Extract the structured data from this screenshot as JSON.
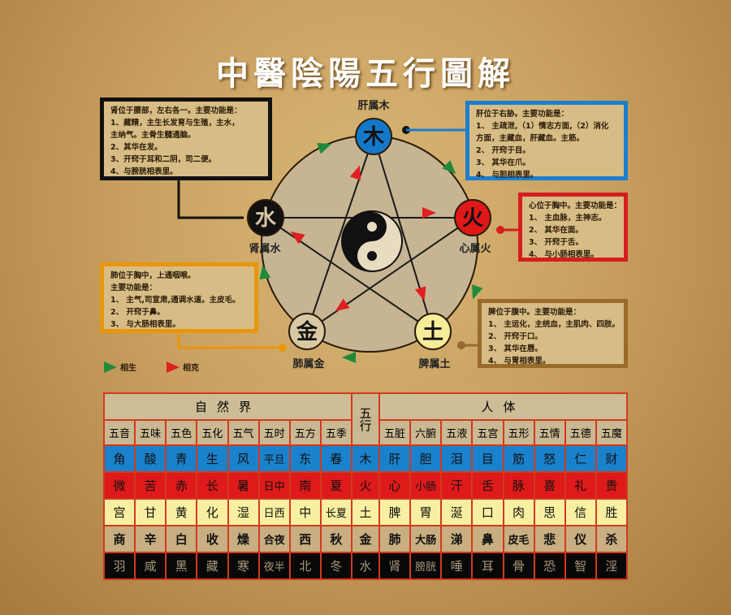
{
  "title": "中醫陰陽五行圖解",
  "elements": [
    {
      "glyph": "木",
      "label": "肝属木",
      "bg": "#1478c8",
      "fg": "#111"
    },
    {
      "glyph": "火",
      "label": "心属火",
      "bg": "#e01818",
      "fg": "#111"
    },
    {
      "glyph": "土",
      "label": "脾属土",
      "bg": "#f6ec9a",
      "fg": "#111"
    },
    {
      "glyph": "金",
      "label": "肺属金",
      "bg": "#d8c9a4",
      "fg": "#111"
    },
    {
      "glyph": "水",
      "label": "肾属水",
      "bg": "#111",
      "fg": "#d8c9a4"
    }
  ],
  "boxes": {
    "kidney": {
      "color": "#111111",
      "lines": [
        "肾位于腰部，左右各一。主要功能是：",
        "1、藏精，主生长发育与生殖，主水，",
        "主纳气。主骨生髓通脑。",
        "2、其华在发。",
        "3、开窍于耳和二阴，司二便。",
        "4、与膀胱相表里。"
      ]
    },
    "liver": {
      "color": "#1b7fd0",
      "lines": [
        "肝位于右胁。主要功能是：",
        "1、 主疏泄,（1）情志方面,（2）消化",
        "方面，主藏血，肝藏血。主筋。",
        "2、 开窍于目。",
        "3、 其华在爪。",
        "4、 与胆相表里。"
      ]
    },
    "heart": {
      "color": "#d61e1e",
      "lines": [
        "心位于胸中。主要功能是：",
        "1、 主血脉，主神志。",
        "2、 其华在面。",
        "3、 开窍于舌。",
        "4、 与小肠相表里。"
      ]
    },
    "lung": {
      "color": "#e8960e",
      "lines": [
        "肺位于胸中，上通咽喉。",
        "主要功能是：",
        "1、 主气,司宣肃,通调水道。主皮毛。",
        "2、 开窍于鼻。",
        "3、 与大肠相表里。"
      ]
    },
    "spleen": {
      "color": "#9a6a2a",
      "lines": [
        "脾位于腹中。主要功能是：",
        "1、 主运化，主统血，主肌肉、四肢。",
        "2、 开窍于口。",
        "3、 其华在唇。",
        "4、 与胃相表里。"
      ]
    }
  },
  "legend": {
    "generate": "相生",
    "generate_color": "#1e8a3a",
    "restrain": "相克",
    "restrain_color": "#e02020"
  },
  "table": {
    "nature": "自然界",
    "wuxing": "五行",
    "body": "人体",
    "headers_left": [
      "五音",
      "五味",
      "五色",
      "五化",
      "五气",
      "五时",
      "五方",
      "五季"
    ],
    "headers_right": [
      "五脏",
      "六腑",
      "五液",
      "五宫",
      "五形",
      "五情",
      "五德",
      "五魔"
    ],
    "rows": [
      {
        "bg": "#1a82cc",
        "fg": "#111",
        "cells": [
          "角",
          "酸",
          "青",
          "生",
          "风",
          "平旦",
          "东",
          "春",
          "木",
          "肝",
          "胆",
          "泪",
          "目",
          "筋",
          "怒",
          "仁",
          "财"
        ]
      },
      {
        "bg": "#de1a1a",
        "fg": "#111",
        "cells": [
          "微",
          "苦",
          "赤",
          "长",
          "暑",
          "日中",
          "南",
          "夏",
          "火",
          "心",
          "小肠",
          "汗",
          "舌",
          "脉",
          "喜",
          "礼",
          "贵"
        ]
      },
      {
        "bg": "#f8f0a0",
        "fg": "#111",
        "cells": [
          "宫",
          "甘",
          "黄",
          "化",
          "湿",
          "日西",
          "中",
          "长夏",
          "土",
          "脾",
          "胃",
          "涎",
          "口",
          "肉",
          "思",
          "信",
          "胜"
        ]
      },
      {
        "bg": "#c8ae80",
        "fg": "#111",
        "cells": [
          "商",
          "辛",
          "白",
          "收",
          "燥",
          "合夜",
          "西",
          "秋",
          "金",
          "肺",
          "大肠",
          "涕",
          "鼻",
          "皮毛",
          "悲",
          "仪",
          "杀"
        ]
      },
      {
        "bg": "#080808",
        "fg": "#a8987a",
        "cells": [
          "羽",
          "咸",
          "黑",
          "藏",
          "寒",
          "夜半",
          "北",
          "冬",
          "水",
          "肾",
          "膀胱",
          "唾",
          "耳",
          "骨",
          "恐",
          "智",
          "淫"
        ]
      }
    ]
  }
}
